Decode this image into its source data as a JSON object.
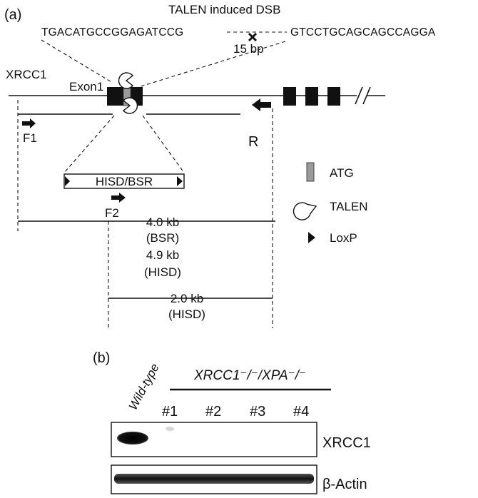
{
  "panel_a": {
    "label": "(a)",
    "title": "TALEN induced DSB",
    "seq_left": "TGACATGCCGGAGATCCG",
    "seq_right": "GTCCTGCAGCAGCCAGGA",
    "spacer": "15 bp",
    "gene": "XRCC1",
    "exon": "Exon1",
    "primer_f1": "F1",
    "primer_f2": "F2",
    "primer_r": "R",
    "cassette": "HISD/BSR",
    "product_long_size": "4.0 kb",
    "product_long_marker": "(BSR)",
    "product_long_size2": "4.9 kb",
    "product_long_marker2": "(HISD)",
    "product_short_size": "2.0 kb",
    "product_short_marker": "(HISD)",
    "legend": {
      "atg": "ATG",
      "talen": "TALEN",
      "loxp": "LoxP"
    }
  },
  "panel_b": {
    "label": "(b)",
    "wildtype": "Wild-type",
    "genotype": "XRCC1⁻/⁻/XPA⁻/⁻",
    "clones": [
      "#1",
      "#2",
      "#3",
      "#4"
    ],
    "blot_labels": [
      "XRCC1",
      "β-Actin"
    ]
  }
}
